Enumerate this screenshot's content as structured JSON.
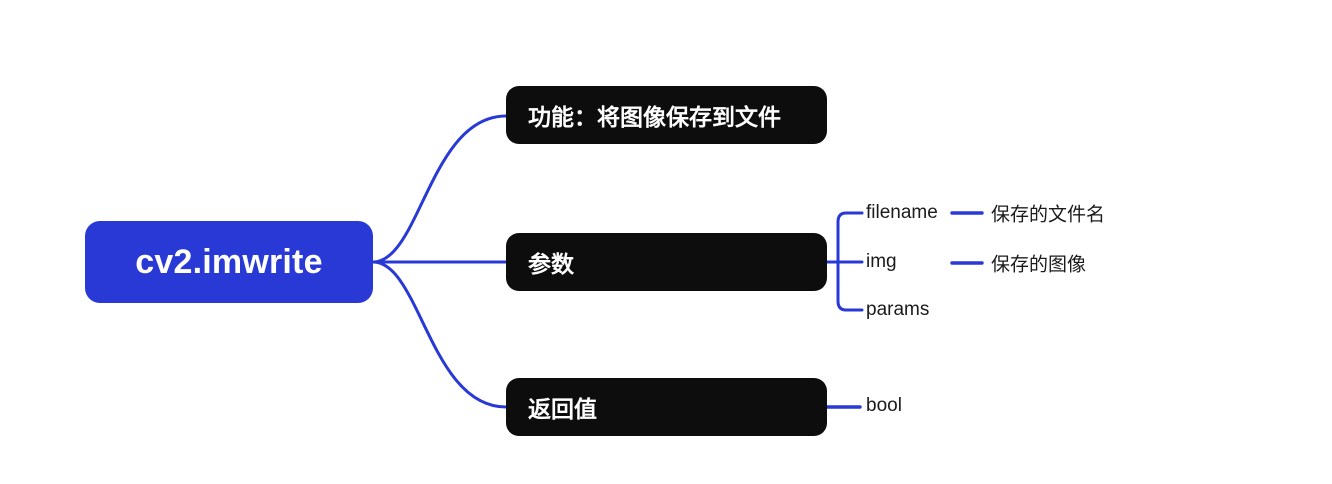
{
  "diagram": {
    "type": "mindmap",
    "title": "cv2.imwrite",
    "background_color": "#ffffff",
    "accent_color": "#2839d6",
    "node_color": "#0d0d0d",
    "text_color": "#1b1b1b",
    "root": {
      "label": "cv2.imwrite"
    },
    "branches": [
      {
        "id": "function",
        "label": "功能：将图像保存到文件",
        "children": []
      },
      {
        "id": "params",
        "label": "参数",
        "children": [
          {
            "id": "filename",
            "label": "filename",
            "description": "保存的文件名"
          },
          {
            "id": "img",
            "label": "img",
            "description": "保存的图像"
          },
          {
            "id": "params-arg",
            "label": "params",
            "description": ""
          }
        ]
      },
      {
        "id": "return",
        "label": "返回值",
        "children": [
          {
            "id": "bool",
            "label": "bool",
            "description": ""
          }
        ]
      }
    ]
  }
}
